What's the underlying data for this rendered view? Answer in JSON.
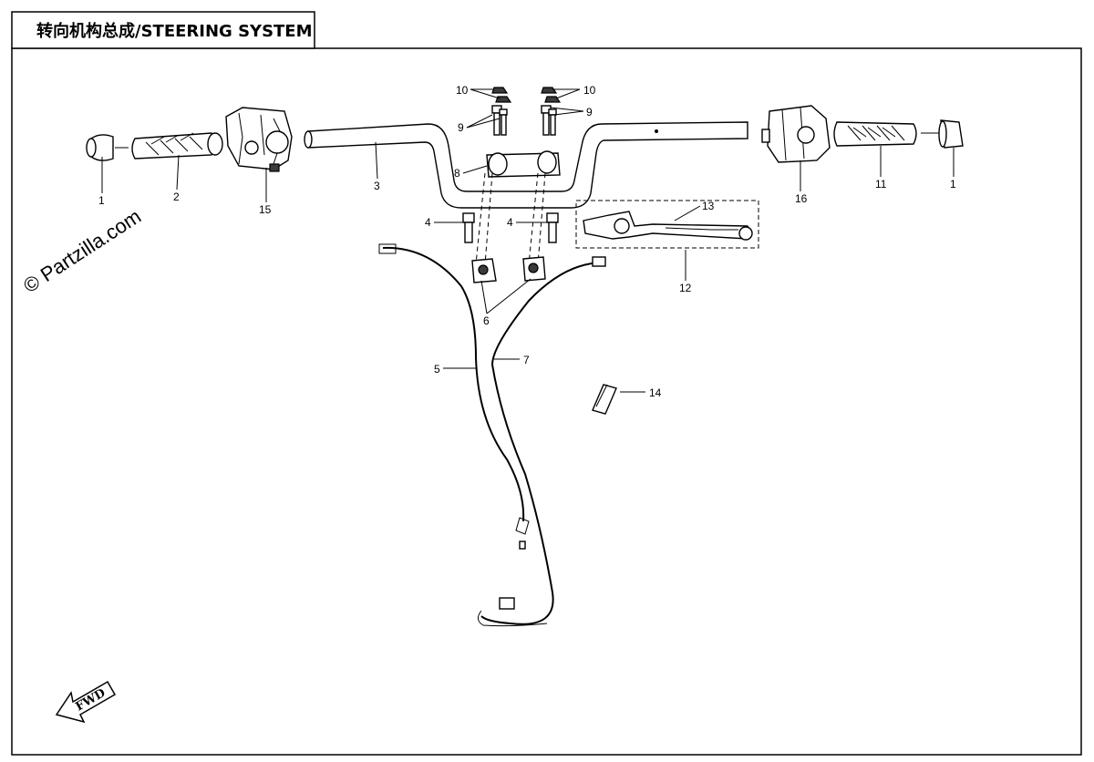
{
  "title": "转向机构总成/STEERING SYSTEM",
  "watermark": "© Partzilla.com",
  "fwd_label": "FWD",
  "callouts": [
    {
      "id": "c1a",
      "label": "1"
    },
    {
      "id": "c2",
      "label": "2"
    },
    {
      "id": "c15",
      "label": "15"
    },
    {
      "id": "c3",
      "label": "3"
    },
    {
      "id": "c10a",
      "label": "10"
    },
    {
      "id": "c10b",
      "label": "10"
    },
    {
      "id": "c9a",
      "label": "9"
    },
    {
      "id": "c9b",
      "label": "9"
    },
    {
      "id": "c8",
      "label": "8"
    },
    {
      "id": "c4a",
      "label": "4"
    },
    {
      "id": "c4b",
      "label": "4"
    },
    {
      "id": "c6",
      "label": "6"
    },
    {
      "id": "c5",
      "label": "5"
    },
    {
      "id": "c7",
      "label": "7"
    },
    {
      "id": "c13",
      "label": "13"
    },
    {
      "id": "c12",
      "label": "12"
    },
    {
      "id": "c14",
      "label": "14"
    },
    {
      "id": "c16",
      "label": "16"
    },
    {
      "id": "c11",
      "label": "11"
    },
    {
      "id": "c1b",
      "label": "1"
    }
  ]
}
